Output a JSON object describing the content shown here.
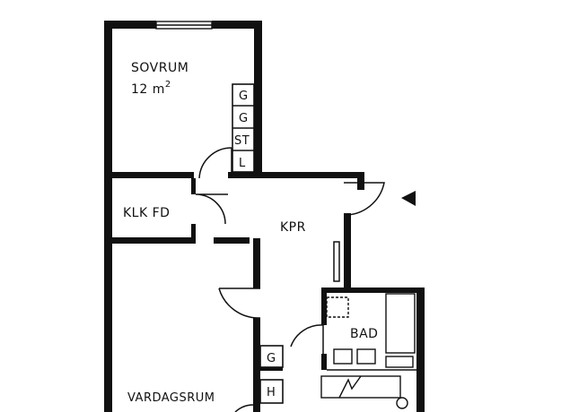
{
  "rooms": {
    "sovrum": "SOVRUM",
    "sovrum_area": "12 m",
    "sovrum_area_sup": "2",
    "klk_fd": "KLK FD",
    "kpr": "KPR",
    "bad": "BAD",
    "vardagsrum": "VARDAGSRUM"
  },
  "closets": [
    "G",
    "G",
    "ST",
    "L"
  ],
  "hall_closets": [
    "G",
    "H"
  ],
  "entrance_marker": "entrance-arrow",
  "colors": {
    "wall": "#111111",
    "background": "#ffffff"
  }
}
